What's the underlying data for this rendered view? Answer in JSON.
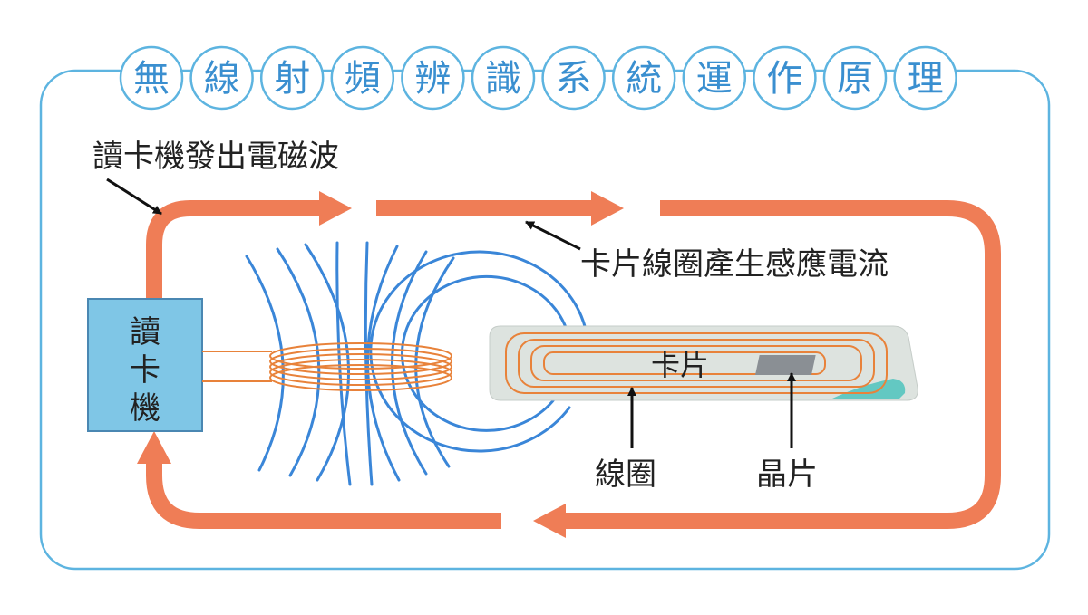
{
  "title": [
    "無",
    "線",
    "射",
    "頻",
    "辨",
    "識",
    "系",
    "統",
    "運",
    "作",
    "原",
    "理"
  ],
  "labels": {
    "reader_emits": "讀卡機發出電磁波",
    "card_induces": "卡片線圈產生感應電流",
    "card": "卡片",
    "coil": "線圈",
    "chip": "晶片"
  },
  "reader": [
    "讀",
    "卡",
    "機"
  ],
  "colors": {
    "frame": "#5db4e0",
    "title_text": "#3a8fd0",
    "flow_arrow": "#ef7d56",
    "field_lines": "#3a86d8",
    "coil": "#e8823a",
    "reader_box": "#7fc6e6",
    "card": "#dde3df",
    "chip": "#8a8f94",
    "card_corner": "#63c8c2"
  }
}
